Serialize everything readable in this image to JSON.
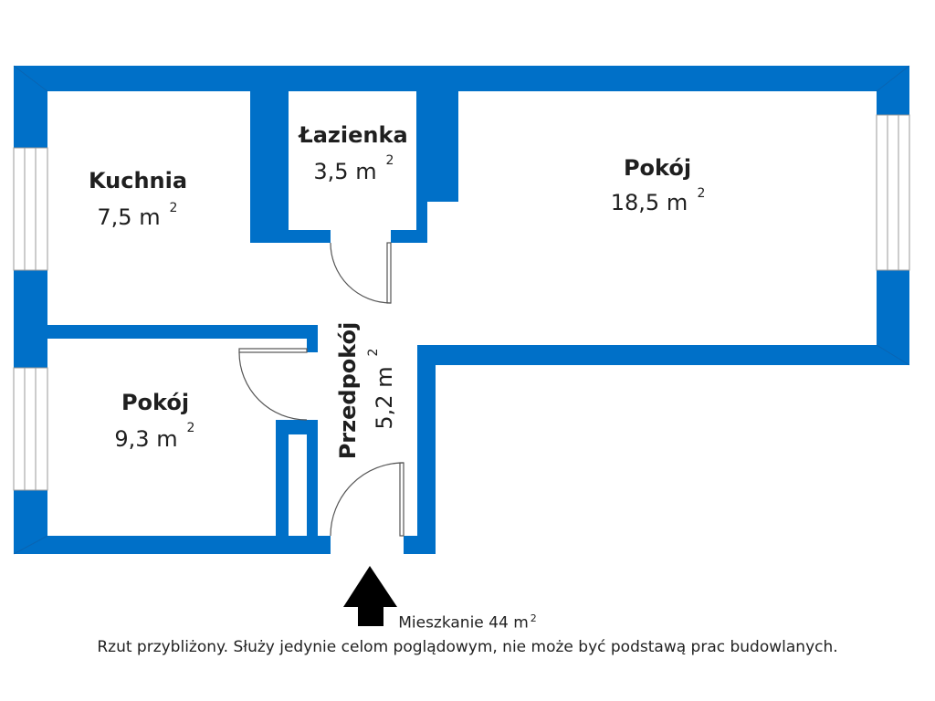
{
  "colors": {
    "wall": "#0070c8",
    "background": "#ffffff",
    "text": "#1f1f1f",
    "arrow": "#000000"
  },
  "rooms": [
    {
      "id": "kitchen",
      "name": "Kuchnia",
      "area": "7,5 m",
      "sup": "2"
    },
    {
      "id": "bathroom",
      "name": "Łazienka",
      "area": "3,5 m",
      "sup": "2"
    },
    {
      "id": "living-room",
      "name": "Pokój",
      "area": "18,5 m",
      "sup": "2"
    },
    {
      "id": "bedroom",
      "name": "Pokój",
      "area": "9,3 m",
      "sup": "2"
    },
    {
      "id": "hallway",
      "name": "Przedpokój",
      "area": "5,2 m",
      "sup": "2"
    }
  ],
  "entrance": {
    "icon": "entrance-arrow-icon"
  },
  "caption": {
    "total": "Mieszkanie 44 m",
    "total_sup": "2",
    "disclaimer": "Rzut przybliżony. Służy jedynie celom poglądowym, nie może być podstawą prac budowlanych."
  }
}
